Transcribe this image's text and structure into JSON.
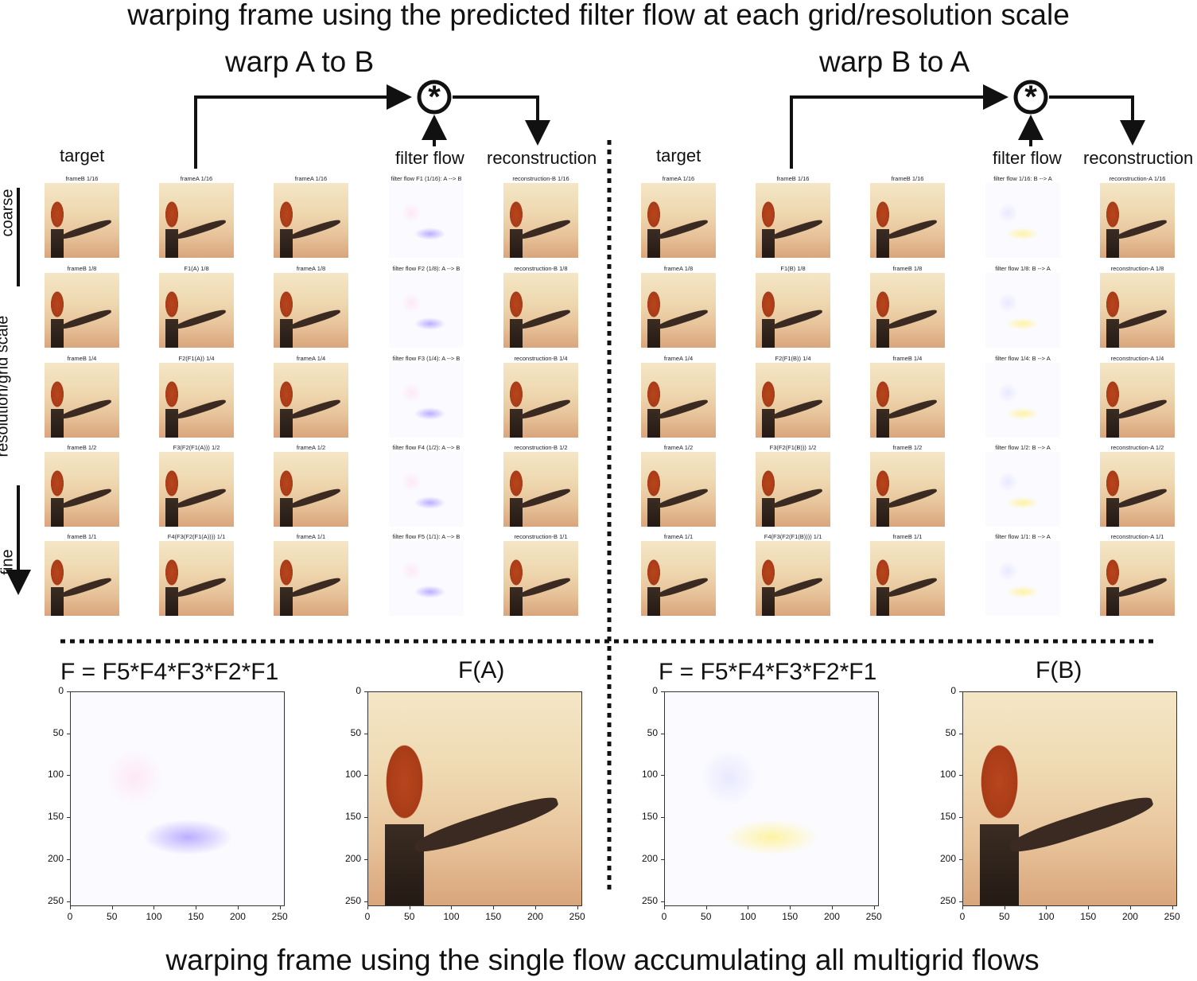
{
  "top_title": "warping frame using the predicted filter flow at each grid/resolution scale",
  "bottom_title": "warping frame using the single flow accumulating all multigrid flows",
  "left": {
    "heading": "warp A to B",
    "col_target": "target",
    "col_filter": "filter flow",
    "col_recon": "reconstruction",
    "rows": [
      [
        "frameB 1/16",
        "frameA 1/16",
        "frameA 1/16",
        "filter flow F1 (1/16): A --> B",
        "reconstruction-B 1/16"
      ],
      [
        "frameB 1/8",
        "F1(A) 1/8",
        "frameA 1/8",
        "filter flow F2 (1/8): A --> B",
        "reconstruction-B 1/8"
      ],
      [
        "frameB 1/4",
        "F2(F1(A)) 1/4",
        "frameA 1/4",
        "filter flow F3 (1/4): A --> B",
        "reconstruction-B 1/4"
      ],
      [
        "frameB 1/2",
        "F3(F2(F1(A))) 1/2",
        "frameA 1/2",
        "filter flow F4 (1/2): A --> B",
        "reconstruction-B 1/2"
      ],
      [
        "frameB 1/1",
        "F4(F3(F2(F1(A)))) 1/1",
        "frameA 1/1",
        "filter flow F5 (1/1): A --> B",
        "reconstruction-B 1/1"
      ]
    ],
    "formula": "F = F5*F4*F3*F2*F1",
    "result": "F(A)"
  },
  "right": {
    "heading": "warp B to A",
    "col_target": "target",
    "col_filter": "filter flow",
    "col_recon": "reconstruction",
    "rows": [
      [
        "frameA 1/16",
        "frameB 1/16",
        "frameB 1/16",
        "filter flow 1/16: B --> A",
        "reconstruction-A 1/16"
      ],
      [
        "frameA 1/8",
        "F1(B) 1/8",
        "frameB 1/8",
        "filter flow 1/8: B --> A",
        "reconstruction-A 1/8"
      ],
      [
        "frameA 1/4",
        "F2(F1(B)) 1/4",
        "frameB 1/4",
        "filter flow 1/4: B --> A",
        "reconstruction-A 1/4"
      ],
      [
        "frameA 1/2",
        "F3(F2(F1(B))) 1/2",
        "frameB 1/2",
        "filter flow 1/2: B --> A",
        "reconstruction-A 1/2"
      ],
      [
        "frameA 1/1",
        "F4(F3(F2(F1(B)))) 1/1",
        "frameB 1/1",
        "filter flow 1/1: B --> A",
        "reconstruction-A 1/1"
      ]
    ],
    "formula": "F = F5*F4*F3*F2*F1",
    "result": "F(B)"
  },
  "axis_side": {
    "coarse": "coarse",
    "middle": "resolution/grid scale",
    "fine": "fine"
  },
  "operator_symbol": "*",
  "plot_axes": {
    "x_ticks": [
      "0",
      "50",
      "100",
      "150",
      "200",
      "250"
    ],
    "y_ticks": [
      "0",
      "50",
      "100",
      "150",
      "200",
      "250"
    ]
  }
}
